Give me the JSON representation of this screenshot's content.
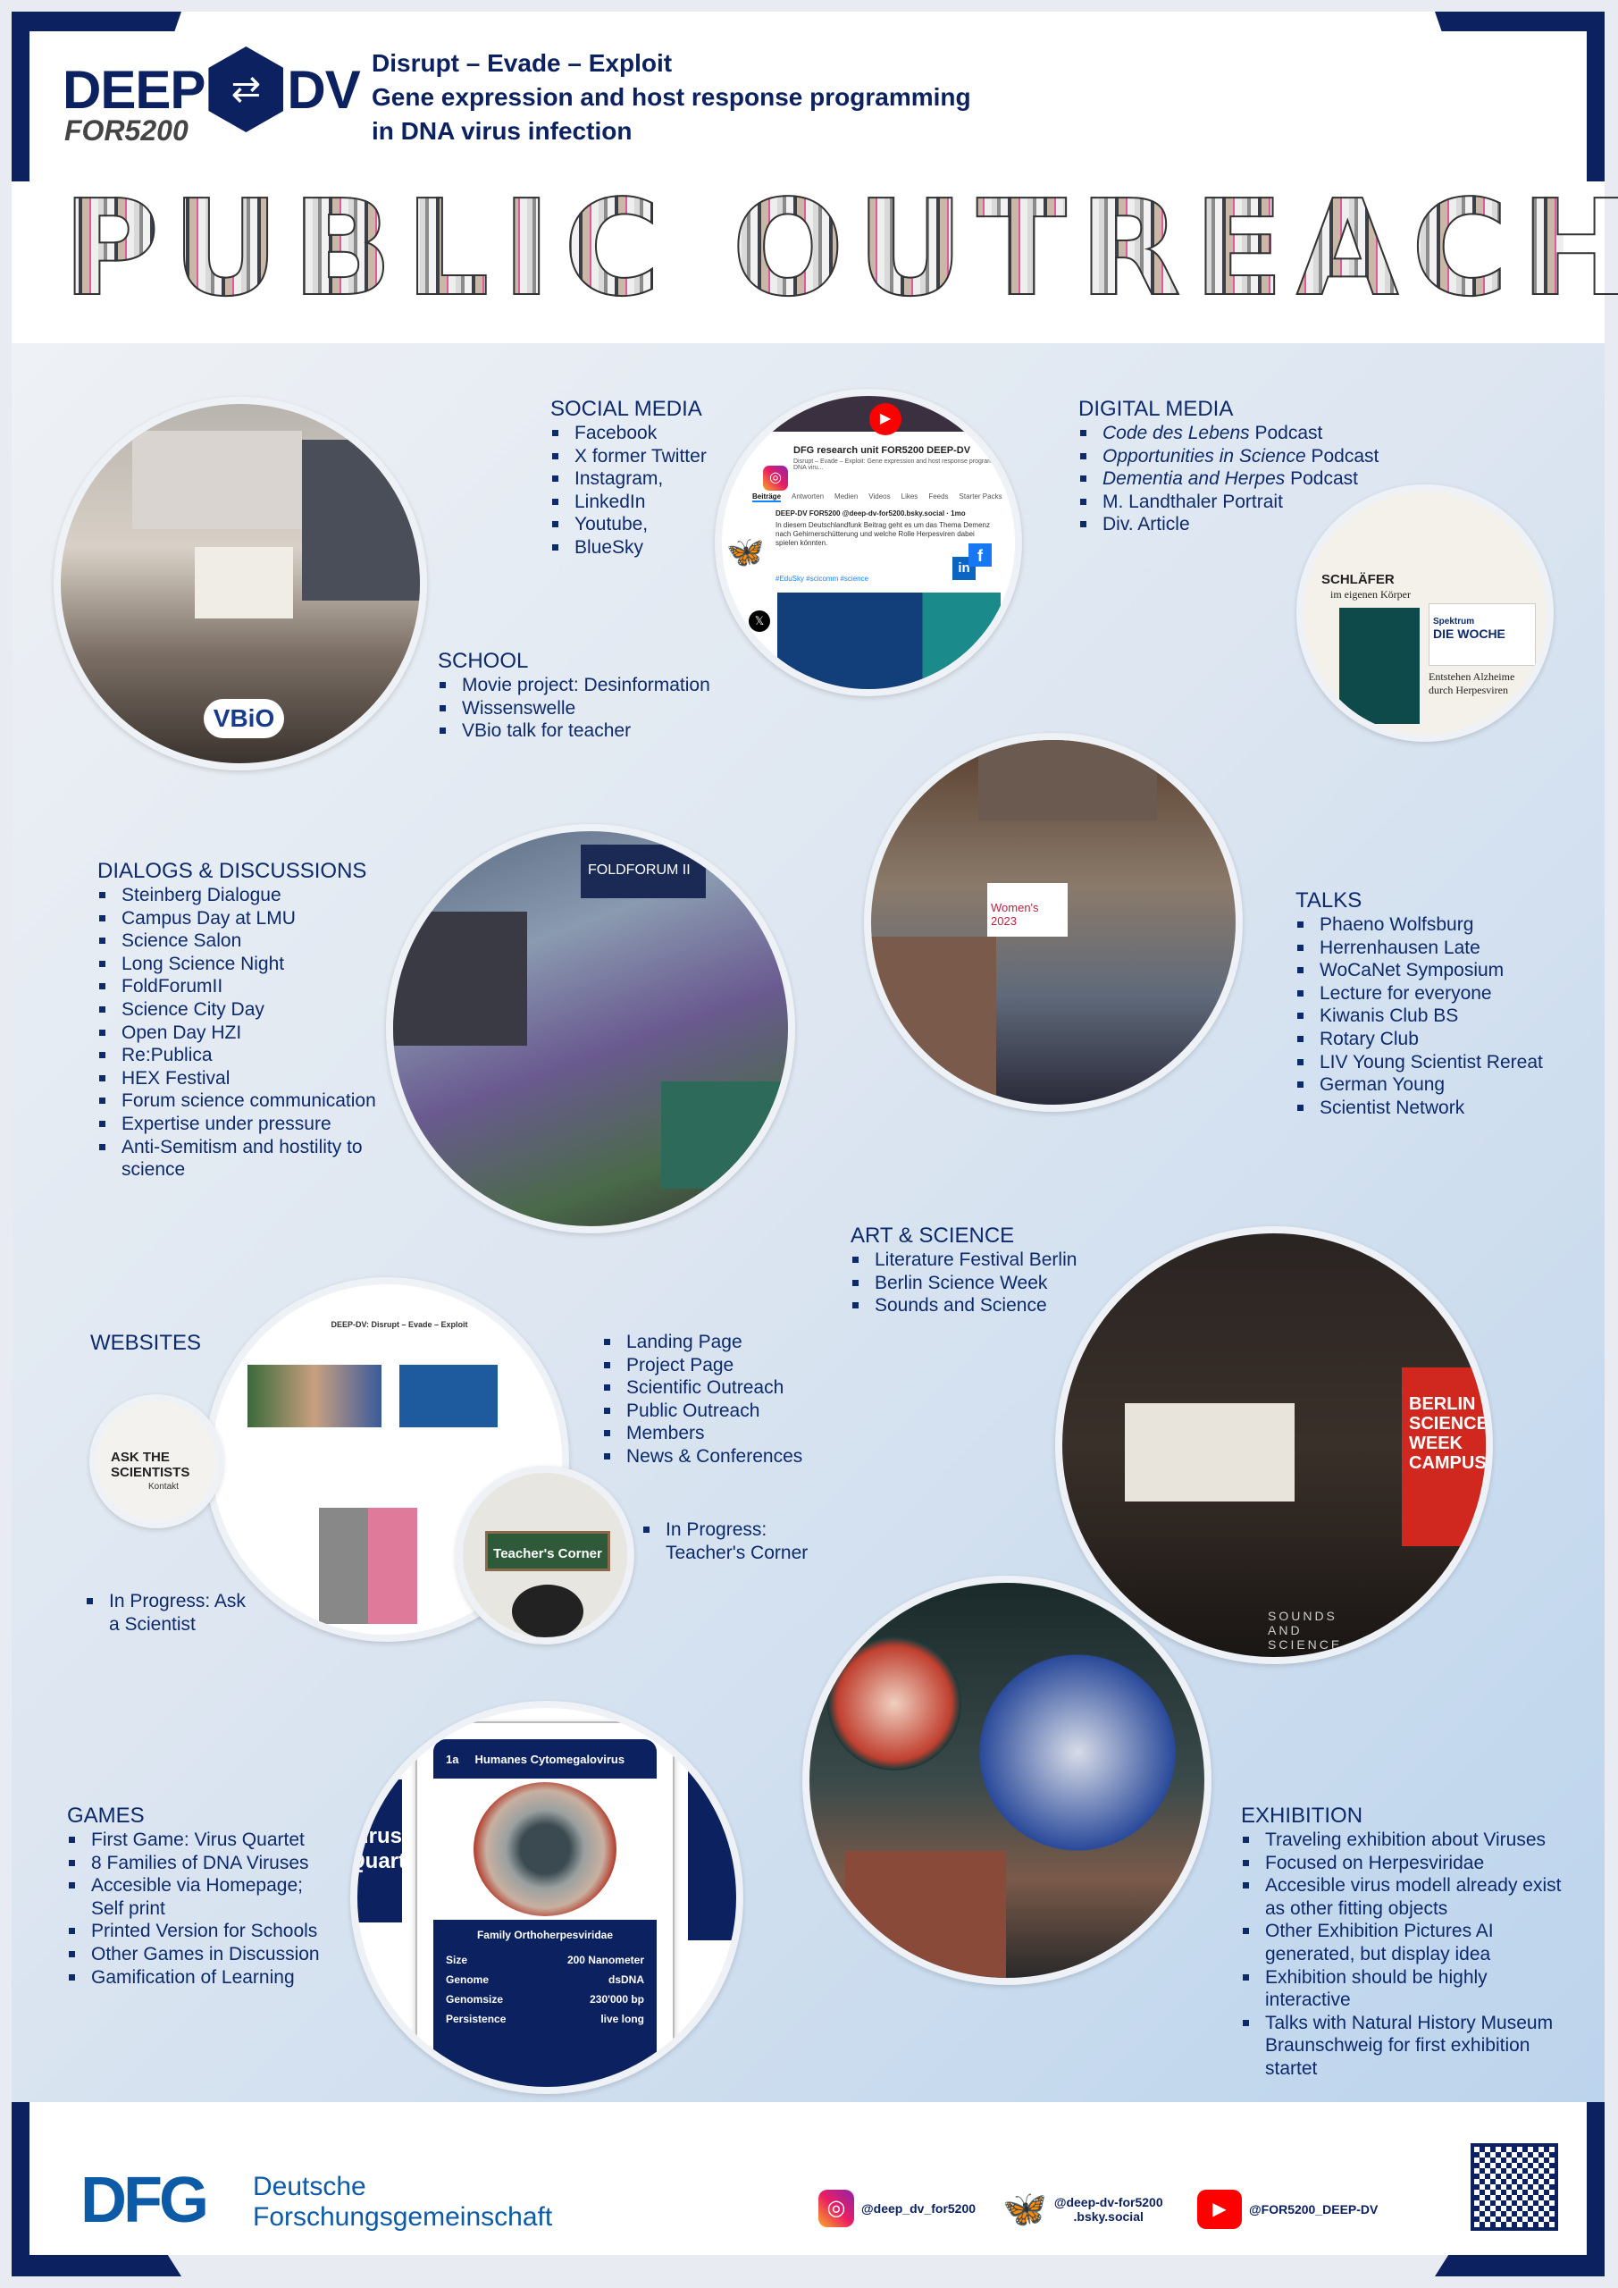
{
  "header": {
    "logo_deep": "DEEP",
    "logo_dv": "DV",
    "logo_for": "FOR5200",
    "title_lines": [
      "Disrupt – Evade – Exploit",
      "Gene expression and host response programming",
      "in DNA virus infection"
    ],
    "banner": "PUBLIC OUTREACH"
  },
  "sections": {
    "social": {
      "title": "SOCIAL MEDIA",
      "items": [
        "Facebook",
        "X former Twitter",
        "Instagram,",
        "LinkedIn",
        "Youtube,",
        "BlueSky"
      ]
    },
    "digital": {
      "title": "DIGITAL MEDIA",
      "items": [
        {
          "em": "Code des Lebens",
          "rest": " Podcast"
        },
        {
          "em": "Opportunities in Science",
          "rest": " Podcast"
        },
        {
          "em": "Dementia and Herpes",
          "rest": " Podcast"
        },
        {
          "em": "",
          "rest": "M. Landthaler Portrait"
        },
        {
          "em": "",
          "rest": "Div. Article"
        }
      ]
    },
    "school": {
      "title": "SCHOOL",
      "items": [
        "Movie project: Desinformation",
        "Wissenswelle",
        "VBio talk for teacher"
      ]
    },
    "dialogs": {
      "title": "DIALOGS & DISCUSSIONS",
      "items": [
        "Steinberg Dialogue",
        "Campus Day at LMU",
        "Science Salon",
        "Long Science Night",
        "FoldForumII",
        "Science City Day",
        "Open Day HZI",
        "Re:Publica",
        "HEX Festival",
        "Forum science communication",
        "Expertise under pressure",
        "Anti-Semitism and hostility to science"
      ]
    },
    "talks": {
      "title": "TALKS",
      "items": [
        "Phaeno Wolfsburg",
        "Herrenhausen Late",
        "WoCaNet Symposium",
        "Lecture for everyone",
        "Kiwanis Club BS",
        "Rotary Club",
        "LIV Young Scientist Rereat",
        "German Young",
        "Scientist Network"
      ]
    },
    "art": {
      "title": "ART & SCIENCE",
      "items": [
        "Literature Festival Berlin",
        "Berlin Science Week",
        "Sounds and Science"
      ]
    },
    "websites": {
      "title": "WEBSITES",
      "items": [
        "Landing Page",
        "Project Page",
        "Scientific Outreach",
        "Public Outreach",
        "Members",
        "News & Conferences"
      ],
      "progress_teacher": "In Progress: Teacher's Corner",
      "progress_ask": "In Progress: Ask a Scientist"
    },
    "games": {
      "title": "GAMES",
      "items": [
        "First Game: Virus Quartet",
        "8 Families of DNA Viruses",
        "Accesible via Homepage; Self print",
        "Printed Version for Schools",
        "Other Games in Discussion",
        "Gamification of Learning"
      ]
    },
    "exhibition": {
      "title": "EXHIBITION",
      "items": [
        "Traveling exhibition about Viruses",
        "Focused on Herpesviridae",
        "Accesible virus modell already exist as other fitting objects",
        "Other Exhibition Pictures AI generated, but display idea",
        "Exhibition should be highly interactive",
        "Talks with Natural History Museum Braunschweig for first exhibition startet"
      ]
    }
  },
  "photos": {
    "school_badge": "VBiO",
    "social_card_title": "DFG research unit FOR5200 DEEP-DV",
    "social_card_sub": "Disrupt – Evade – Exploit: Gene expression and host response programming in DNA viru...",
    "social_tabs": [
      "Beiträge",
      "Antworten",
      "Medien",
      "Videos",
      "Likes",
      "Feeds",
      "Starter Packs"
    ],
    "social_post_author": "DEEP-DV FOR5200 @deep-dv-for5200.bsky.social · 1mo",
    "social_post_text": "In diesem Deutschlandfunk Beitrag geht es um das Thema Demenz nach Gehirnerschütterung und welche Rolle Herpesviren dabei spielen könnten.",
    "social_post_link": "#EduSky #scicomm #science",
    "digital_labels": [
      "SCHLÄFER",
      "im eigenen Körper",
      "Spektrum",
      "DIE WOCHE",
      "Entstehen Alzheime durch Herpesviren"
    ],
    "dialogs_label": "FOLDFORUM II",
    "talks_label": "Women's 2023",
    "art_label": "BERLIN SCIENCE WEEK CAMPUS",
    "art_sounds": "SOUNDS AND SCIENCE",
    "web_header": "DEEP-DV: Disrupt – Evade – Exploit",
    "web_ask": "ASK THE SCIENTISTS",
    "web_ask_sub": "Kontakt",
    "web_teacher": "Teacher's Corner",
    "game_card": {
      "num": "1a",
      "name": "Humanes Cytomegalovirus",
      "family": "Family Orthoherpesviridae",
      "rows": [
        [
          "Size",
          "200 Nanometer"
        ],
        [
          "Genome",
          "dsDNA"
        ],
        [
          "Genomsize",
          "230'000 bp"
        ],
        [
          "Persistence",
          "live long"
        ]
      ]
    },
    "game_side": "Virus Quartet"
  },
  "footer": {
    "dfg_logo": "DFG",
    "dfg_name_1": "Deutsche",
    "dfg_name_2": "Forschungsgemeinschaft",
    "instagram": "@deep_dv_for5200",
    "bluesky_1": "@deep-dv-for5200",
    "bluesky_2": ".bsky.social",
    "youtube": "@FOR5200_DEEP-DV"
  },
  "colors": {
    "navy": "#0b2160",
    "text": "#0d2a6b",
    "dfg_blue": "#0d5aa7",
    "youtube": "#ff0000",
    "bluesky": "#1185fe"
  }
}
